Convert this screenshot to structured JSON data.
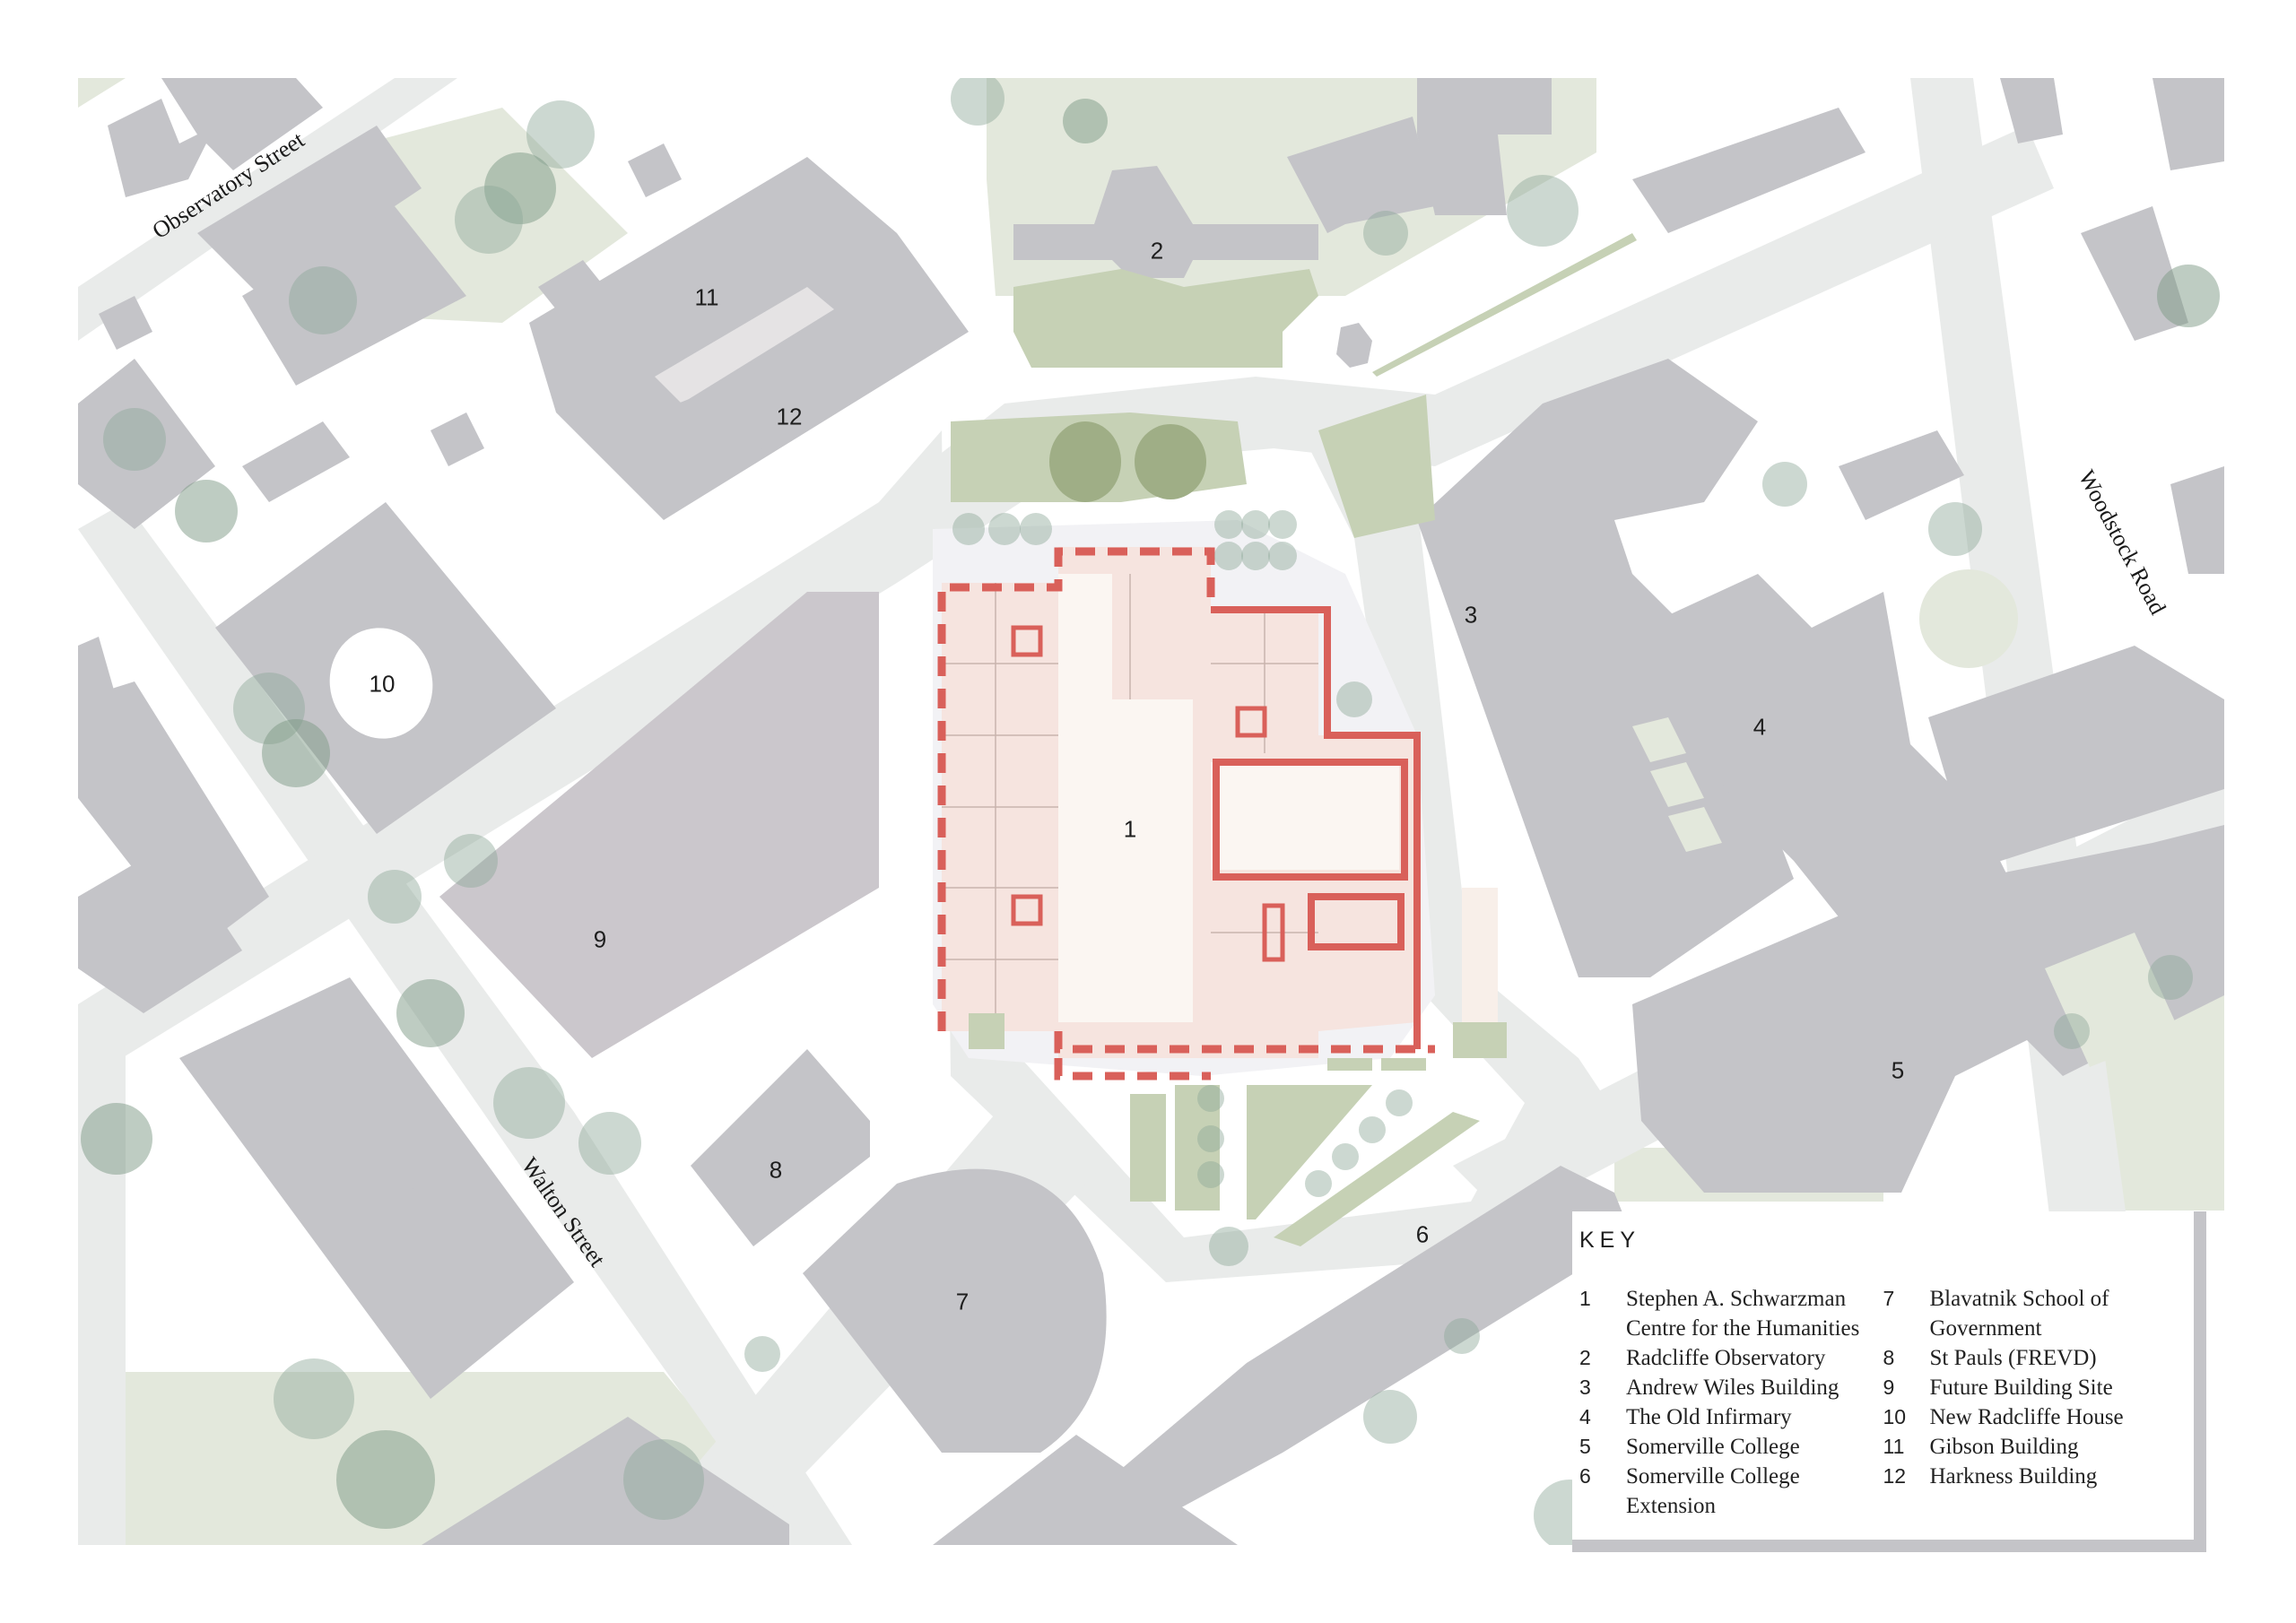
{
  "map": {
    "type": "site location plan",
    "colors": {
      "building": "#c4c4c8",
      "road": "#e9ebea",
      "landscape": "#c6d1b5",
      "new_building_outline": "#d9605a",
      "new_building_fill": "#f6e4df",
      "future_site": "#cbc7cc"
    },
    "streets": [
      {
        "name": "Observatory Street"
      },
      {
        "name": "Woodstock Road"
      },
      {
        "name": "Walton Street"
      }
    ],
    "building_numbers": [
      "1",
      "2",
      "3",
      "4",
      "5",
      "6",
      "7",
      "8",
      "9",
      "10",
      "11",
      "12"
    ]
  },
  "key": {
    "title": "KEY",
    "items": [
      {
        "num": "1",
        "label": "Stephen A. Schwarzman Centre for the Humanities"
      },
      {
        "num": "2",
        "label": "Radcliffe Observatory"
      },
      {
        "num": "3",
        "label": "Andrew Wiles Building"
      },
      {
        "num": "4",
        "label": "The Old Infirmary"
      },
      {
        "num": "5",
        "label": "Somerville College"
      },
      {
        "num": "6",
        "label": "Somerville College Extension"
      },
      {
        "num": "7",
        "label": "Blavatnik School of Government"
      },
      {
        "num": "8",
        "label": "St Pauls (FREVD)"
      },
      {
        "num": "9",
        "label": "Future Building Site"
      },
      {
        "num": "10",
        "label": "New Radcliffe House"
      },
      {
        "num": "11",
        "label": "Gibson Building"
      },
      {
        "num": "12",
        "label": "Harkness Building"
      }
    ]
  }
}
